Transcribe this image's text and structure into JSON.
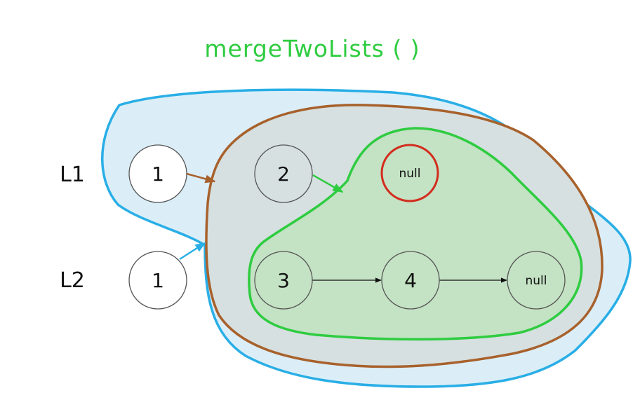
{
  "title": "mergeTwoLists ( )",
  "rows": {
    "l1": "L1",
    "l2": "L2"
  },
  "nodes": {
    "l1_first": "1",
    "l1_second": "2",
    "l1_null": "null",
    "l2_first": "1",
    "l2_second": "3",
    "l2_third": "4",
    "l2_null": "null"
  },
  "colors": {
    "title": "#2ecc40",
    "outer_region": "#29aee6",
    "middle_region": "#a8612c",
    "inner_region": "#2ecc40",
    "null_highlight": "#d22d1e"
  }
}
